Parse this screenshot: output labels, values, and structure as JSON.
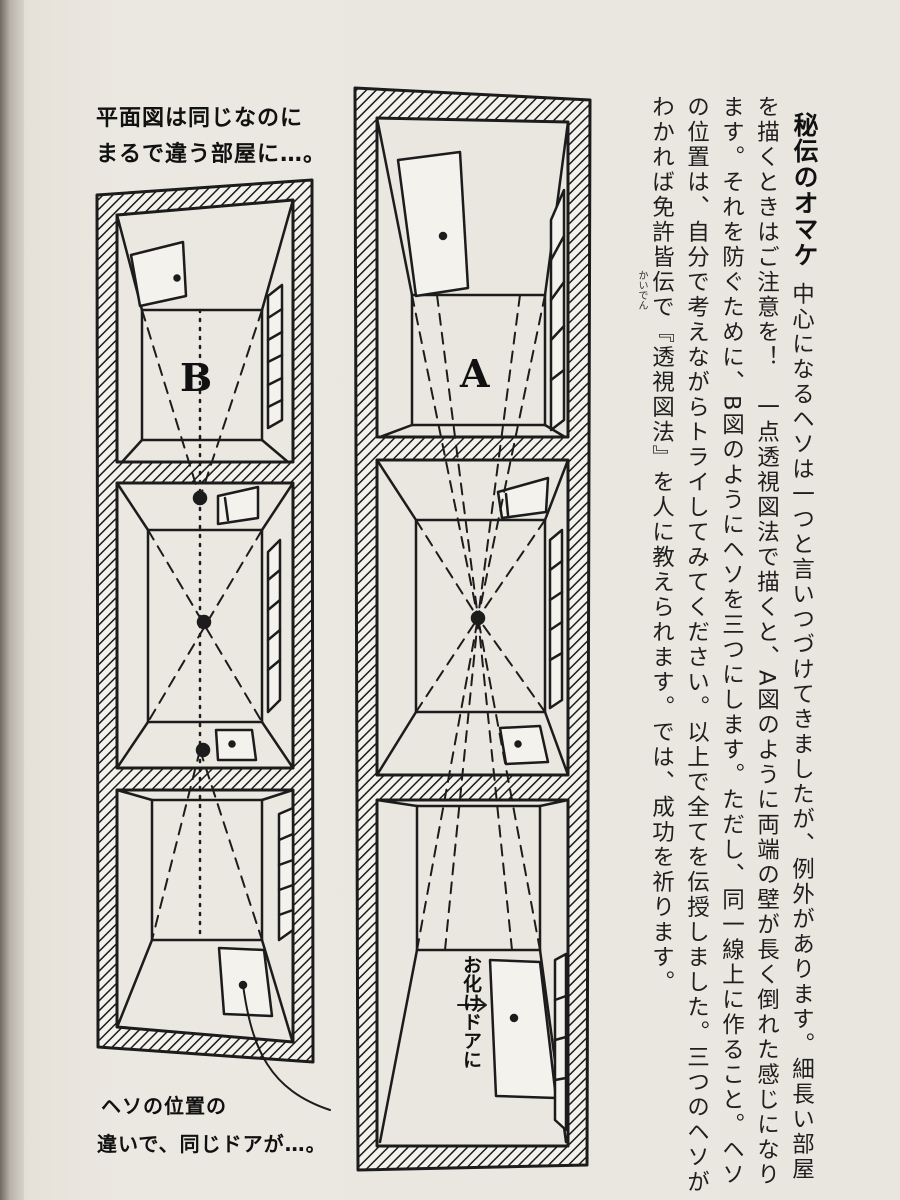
{
  "article": {
    "heading": "秘伝のオマケ",
    "body_lines": [
      "中心になるヘソは一つと言いつづけてきましたが、例外があります。細長い部屋",
      "を描くときはご注意を！　一点透視図法で描くと、A図のように両端の壁が長く倒れた感じになり",
      "ます。それを防ぐために、B図のようにヘソを三つにします。ただし、同一線上に作ること。ヘソ",
      "の位置は、自分で考えながらトライしてみてください。以上で全てを伝授しました。三つのヘソが",
      "わかれば免許皆伝で『透視図法』を人に教えられます。では、成功を祈ります。"
    ],
    "ruby": "かいでん"
  },
  "illustration": {
    "caption_top": [
      "平面図は同じなのに",
      "まるで違う部屋に…。"
    ],
    "label_b": "B",
    "label_a": "A",
    "ghost_door_note": "お化けドアに",
    "arrow": "→",
    "caption_bottom": [
      "ヘソの位置の",
      "違いで、同じドアが…。"
    ]
  },
  "colors": {
    "ink": "#1c1c1c",
    "paper": "#e9e6df"
  }
}
